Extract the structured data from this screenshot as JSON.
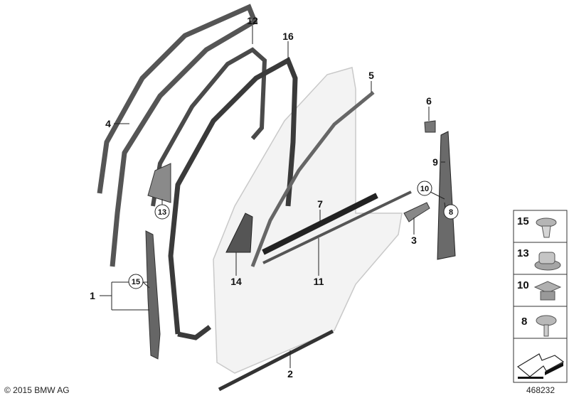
{
  "diagram": {
    "callouts": {
      "p1": "1",
      "p2": "2",
      "p3": "3",
      "p4": "4",
      "p5": "5",
      "p6": "6",
      "p7": "7",
      "p8": "8",
      "p9": "9",
      "p10": "10",
      "p11": "11",
      "p12": "12",
      "p13": "13",
      "p14": "14",
      "p15": "15",
      "p16": "16"
    },
    "legend": [
      {
        "label": "15",
        "icon": "clip-icon"
      },
      {
        "label": "13",
        "icon": "nut-clip-icon"
      },
      {
        "label": "10",
        "icon": "spring-nut-icon"
      },
      {
        "label": "8",
        "icon": "screw-icon"
      }
    ],
    "legend_arrow_icon": "arrow-icon",
    "copyright": "© 2015 BMW AG",
    "diagram_number": "468232",
    "colors": {
      "part_stroke": "#3a3a3a",
      "part_fill": "#9a9a9a",
      "door_fill": "#f2f2f2"
    }
  }
}
